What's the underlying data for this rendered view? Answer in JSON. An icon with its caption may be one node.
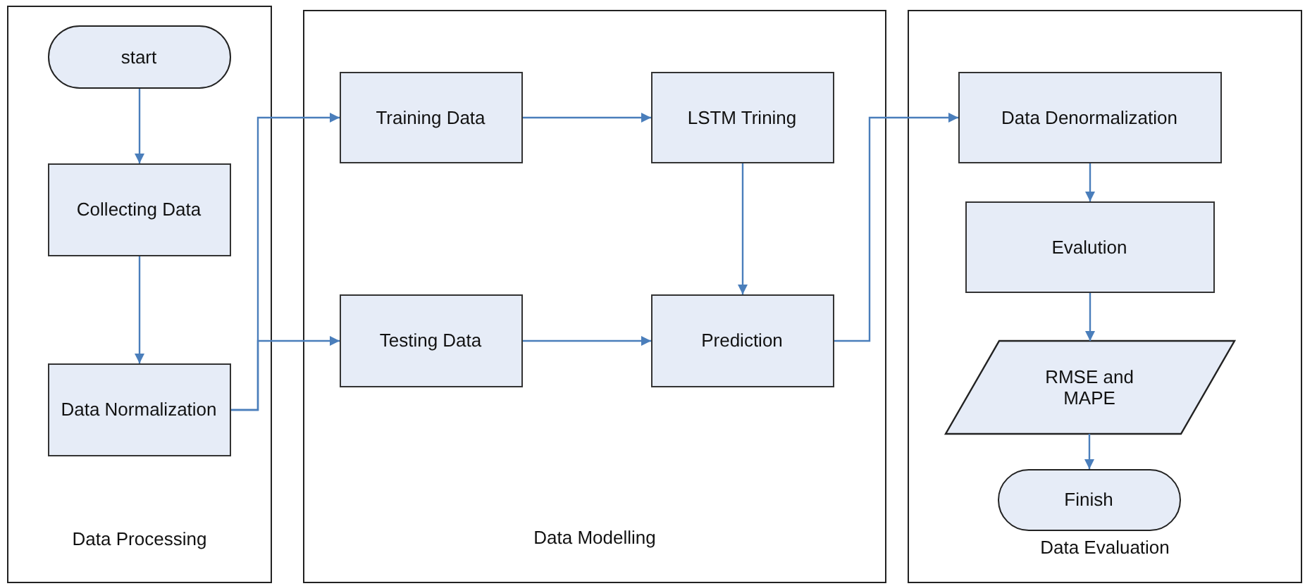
{
  "diagram": {
    "nodes": [
      {
        "text": [
          "Data Processing"
        ]
      },
      {
        "text": [
          "start"
        ],
        "in": 0
      },
      {
        "text": [
          "Collecting Data"
        ],
        "in": 0
      },
      {
        "text": [
          "Data Normalization"
        ],
        "in": 0
      },
      {
        "text": [
          "Data Modelling"
        ]
      },
      {
        "text": [
          "Training Data"
        ],
        "in": 4
      },
      {
        "text": [
          "LSTM Trining"
        ],
        "in": 4
      },
      {
        "text": [
          "Testing Data"
        ],
        "in": 4
      },
      {
        "text": [
          "Prediction"
        ],
        "in": 4
      },
      {
        "text": [
          "Data Evaluation"
        ]
      },
      {
        "text": [
          "Data Denormalization"
        ],
        "in": 9
      },
      {
        "text": [
          "Evalution"
        ],
        "in": 9
      },
      {
        "text": [
          "RMSE and MAPE"
        ],
        "in": 9
      },
      {
        "text": [
          "Finish"
        ],
        "in": 9
      }
    ],
    "edges": [
      {
        "from": 1,
        "to": 2,
        "arrow": "to"
      },
      {
        "from": 2,
        "to": 3,
        "arrow": "to"
      },
      {
        "from": 3,
        "to": 5,
        "arrow": "to"
      },
      {
        "from": 3,
        "to": 7,
        "arrow": "to"
      },
      {
        "from": 5,
        "to": 6,
        "arrow": "to"
      },
      {
        "from": 6,
        "to": 8,
        "arrow": "to"
      },
      {
        "from": 7,
        "to": 8,
        "arrow": "to"
      },
      {
        "from": 8,
        "to": 10,
        "arrow": "to"
      },
      {
        "from": 10,
        "to": 11,
        "arrow": "to"
      },
      {
        "from": 11,
        "to": 12,
        "arrow": "to"
      },
      {
        "from": 12,
        "to": 13,
        "arrow": "to"
      }
    ]
  }
}
